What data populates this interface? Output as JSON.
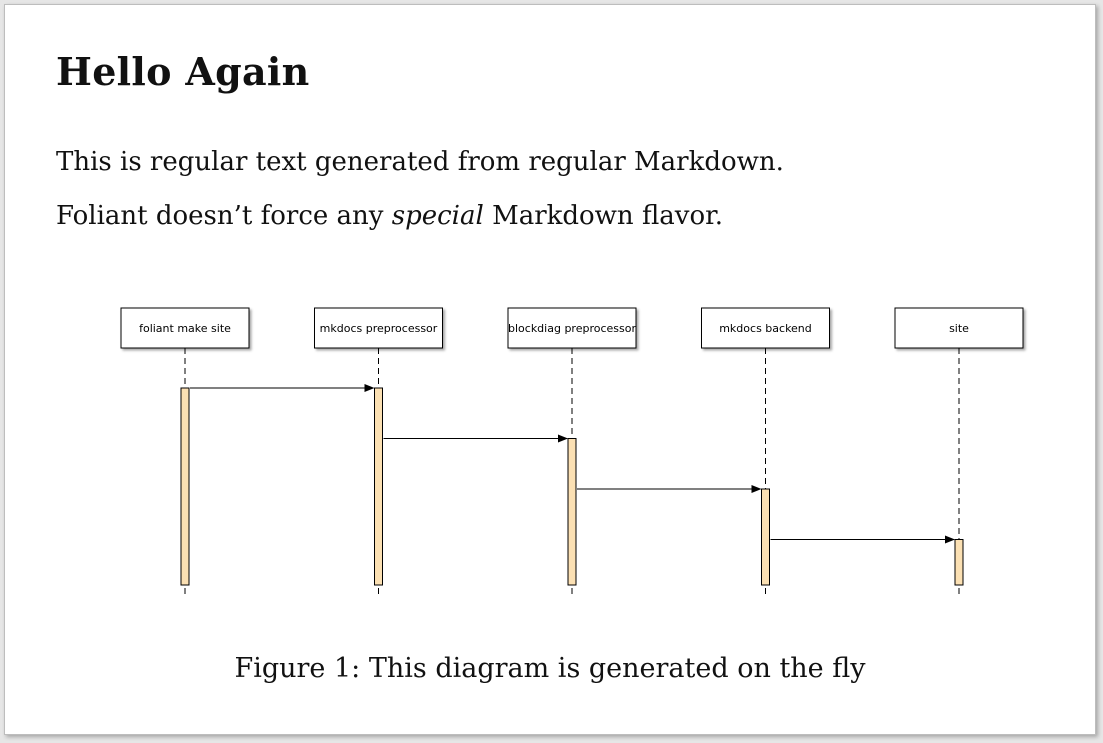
{
  "heading": "Hello Again",
  "paragraph1": "This is regular text generated from regular Markdown.",
  "paragraph2": {
    "before": "Foliant doesn’t force any ",
    "emphasis": "special",
    "after": " Markdown flavor."
  },
  "diagram": {
    "participants": [
      "foliant make site",
      "mkdocs preprocessor",
      "blockdiag preprocessor",
      "mkdocs backend",
      "site"
    ],
    "messages": [
      {
        "from": 0,
        "to": 1
      },
      {
        "from": 1,
        "to": 2
      },
      {
        "from": 2,
        "to": 3
      },
      {
        "from": 3,
        "to": 4
      }
    ],
    "colors": {
      "activation_fill": "#fbe0b3",
      "line": "#000000",
      "box_fill": "#ffffff"
    }
  },
  "caption": "Figure 1: This diagram is generated on the fly"
}
